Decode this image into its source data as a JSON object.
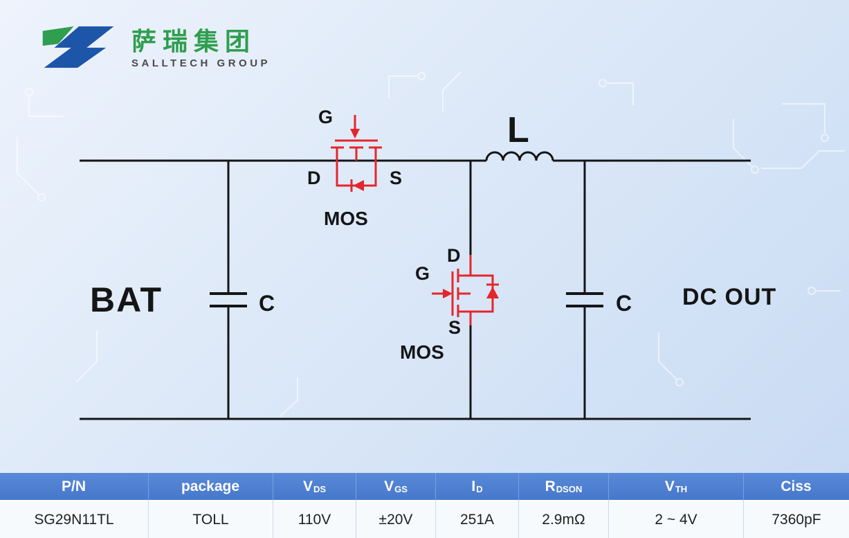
{
  "logo": {
    "company_cn": "萨瑞集团",
    "company_en": "SALLTECH GROUP",
    "colors": {
      "green": "#2f9e4e",
      "blue": "#1d55a8"
    }
  },
  "circuit": {
    "colors": {
      "wire": "#151515",
      "mosfet": "#e5262b"
    },
    "labels": {
      "bat": "BAT",
      "inductor": "L",
      "cap_left": "C",
      "cap_right": "C",
      "dc_out": "DC OUT",
      "mos_top": "MOS",
      "mos_bottom": "MOS",
      "gate_top": "G",
      "drain_top": "D",
      "source_top": "S",
      "gate_bottom": "G",
      "drain_bottom": "D",
      "source_bottom": "S"
    }
  },
  "table": {
    "header_bg": "#4e80d2",
    "columns": [
      {
        "label_main": "P/N",
        "label_sub": "",
        "value": "SG29N11TL"
      },
      {
        "label_main": "package",
        "label_sub": "",
        "value": "TOLL"
      },
      {
        "label_main": "V",
        "label_sub": "DS",
        "value": "110V"
      },
      {
        "label_main": "V",
        "label_sub": "GS",
        "value": "±20V"
      },
      {
        "label_main": "I",
        "label_sub": "D",
        "value": "251A"
      },
      {
        "label_main": "R",
        "label_sub": "DSON",
        "value": "2.9mΩ"
      },
      {
        "label_main": "V",
        "label_sub": "TH",
        "value": "2 ~ 4V"
      },
      {
        "label_main": "Ciss",
        "label_sub": "",
        "value": "7360pF"
      }
    ]
  }
}
